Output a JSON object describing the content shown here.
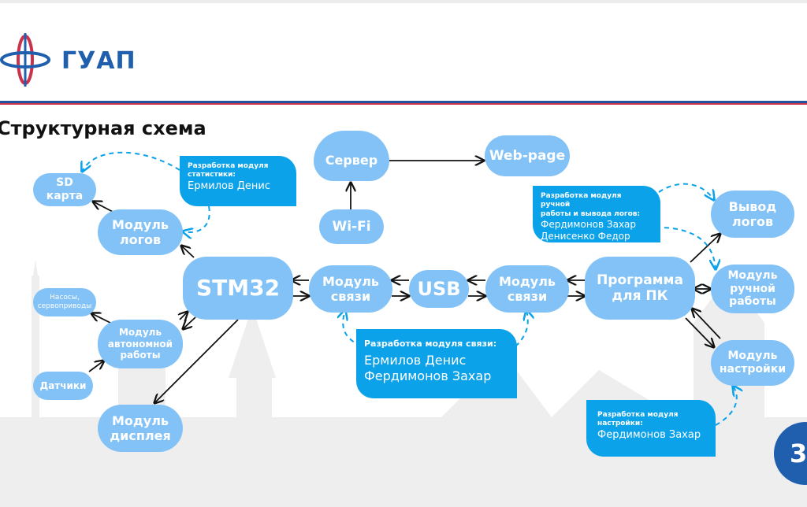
{
  "header": {
    "logo_text": "ГУАП",
    "title": "Структурная схема",
    "page_number": "3"
  },
  "colors": {
    "node": "#83c2f6",
    "callout": "#0ba2ea",
    "brand_blue": "#1f5fae",
    "brand_red": "#c8324d"
  },
  "nodes": {
    "sd_card": "SD\nкарта",
    "log_module": "Модуль\nлогов",
    "pumps": "Насосы,\nсервоприводы",
    "autonomous_module": "Модуль\nавтономной\nработы",
    "sensors": "Датчики",
    "display_module": "Модуль\nдисплея",
    "stm32": "STM32",
    "comm_module_left": "Модуль\nсвязи",
    "usb": "USB",
    "comm_module_right": "Модуль\nсвязи",
    "pc_program": "Программа\nдля ПК",
    "server": "Сервер",
    "wifi": "Wi-Fi",
    "webpage": "Web-page",
    "log_output": "Вывод\nлогов",
    "manual_module": "Модуль\nручной\nработы",
    "settings_module": "Модуль\nнастройки"
  },
  "callouts": {
    "stats": {
      "title": "Разработка модуля\nстатистики:",
      "names": "Ермилов Денис"
    },
    "manual_logs": {
      "title": "Разработка модуля ручной\nработы и вывода логов:",
      "names": "Фердимонов Захар\nДенисенко Федор"
    },
    "comm": {
      "title": "Разработка модуля связи:",
      "names": "Ермилов Денис\nФердимонов Захар"
    },
    "settings": {
      "title": "Разработка модуля\nнастройки:",
      "names": "Фердимонов Захар"
    }
  }
}
